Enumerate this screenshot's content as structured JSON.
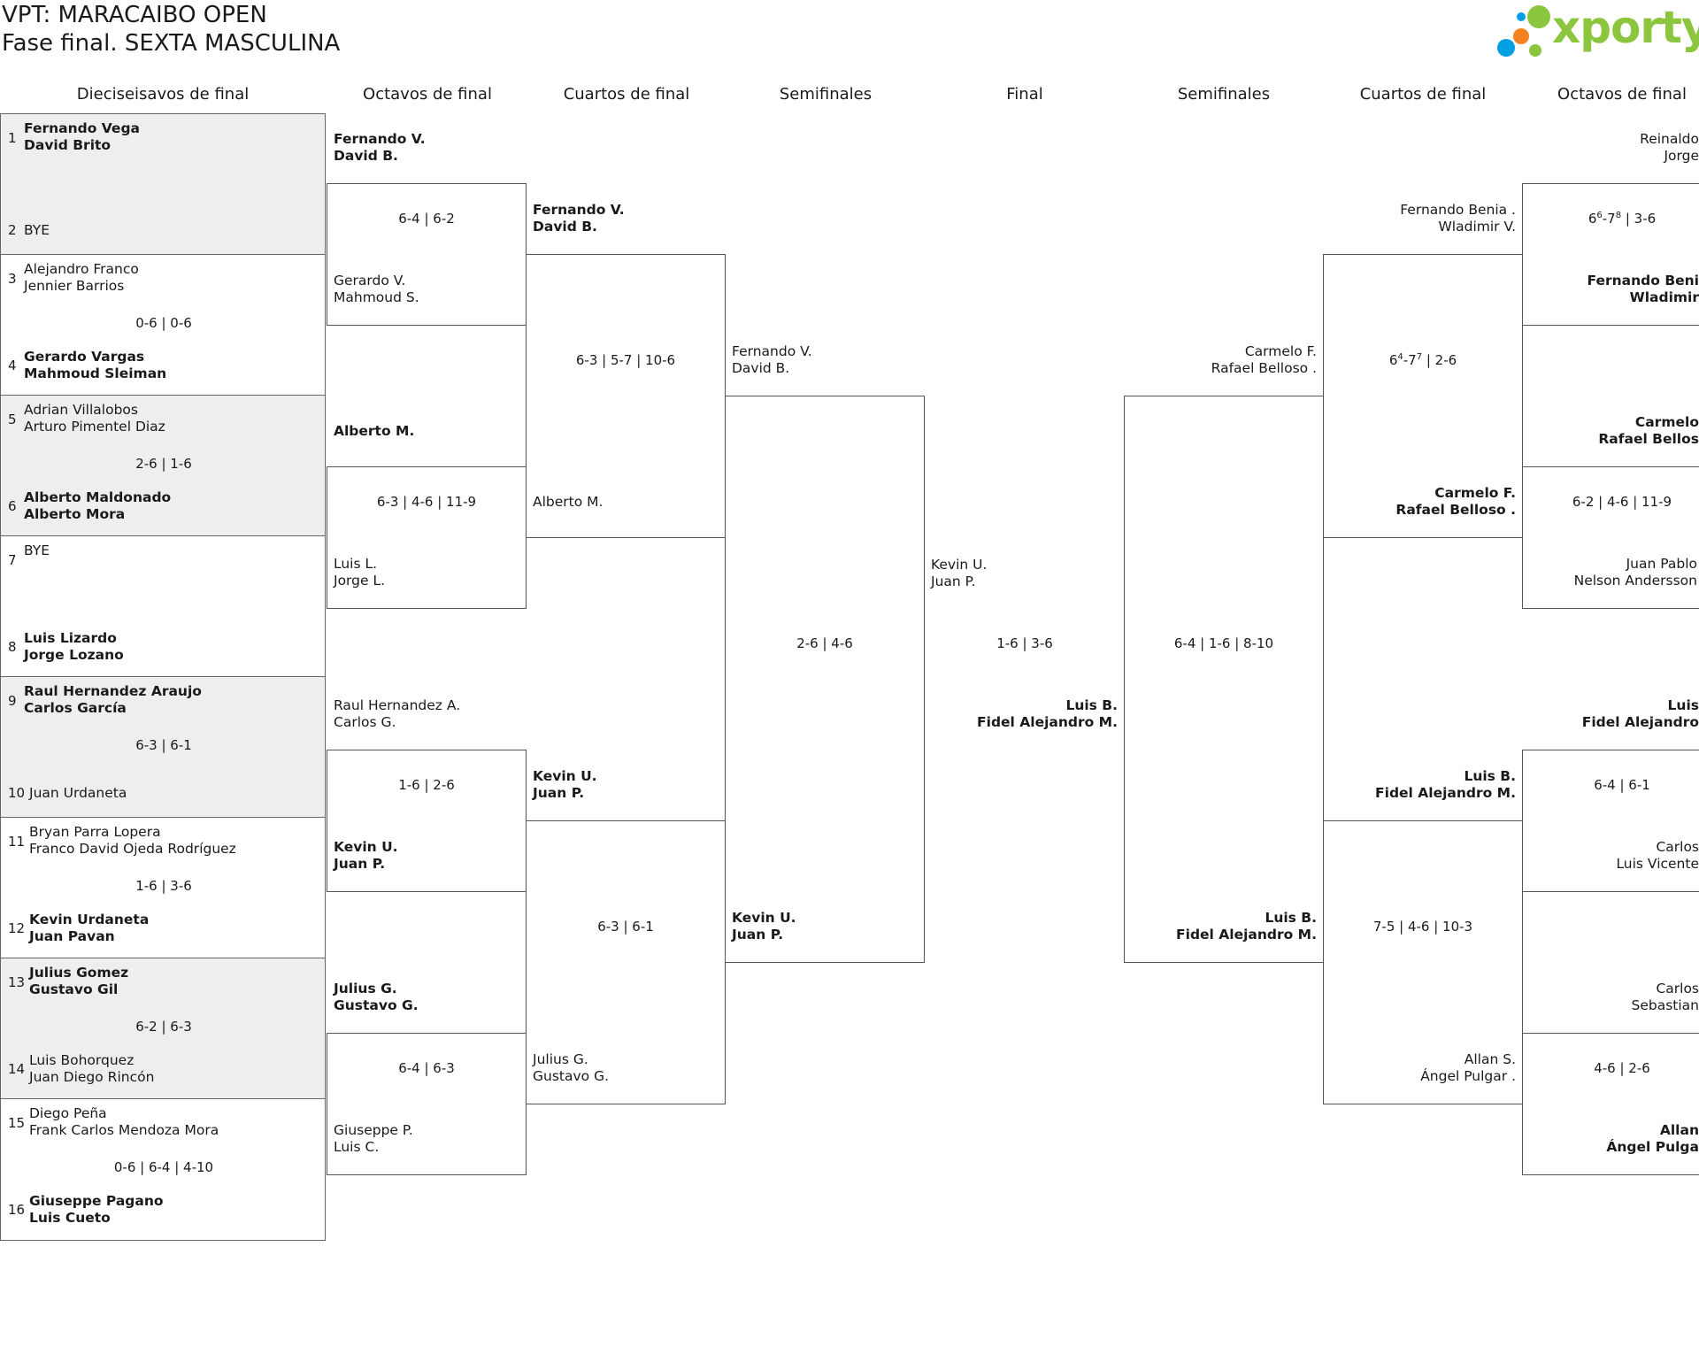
{
  "header": {
    "title": "VPT: MARACAIBO OPEN",
    "subtitle": "Fase final. SEXTA MASCULINA",
    "logo_text": "xporty",
    "logo_colors": [
      "#8cc63f",
      "#f58220",
      "#00a0e3"
    ]
  },
  "rounds": [
    "Dieciseisavos de final",
    "Octavos de final",
    "Cuartos de final",
    "Semifinales",
    "Final",
    "Semifinales",
    "Cuartos de final",
    "Octavos de final"
  ],
  "first_round": [
    {
      "seed_a": "1",
      "a1": "Fernando Vega",
      "a2": "David Brito",
      "seed_b": "2",
      "b1": "BYE",
      "b2": "",
      "score": ""
    },
    {
      "seed_a": "3",
      "a1": "Alejandro Franco",
      "a2": "Jennier Barrios",
      "seed_b": "4",
      "b1": "Gerardo Vargas",
      "b2": "Mahmoud Sleiman",
      "score": "0-6 | 0-6"
    },
    {
      "seed_a": "5",
      "a1": "Adrian Villalobos",
      "a2": "Arturo Pimentel Diaz",
      "seed_b": "6",
      "b1": "Alberto Maldonado",
      "b2": "Alberto Mora",
      "score": "2-6 | 1-6"
    },
    {
      "seed_a": "7",
      "a1": "BYE",
      "a2": "",
      "seed_b": "8",
      "b1": "Luis Lizardo",
      "b2": "Jorge Lozano",
      "score": ""
    },
    {
      "seed_a": "9",
      "a1": "Raul Hernandez Araujo",
      "a2": "Carlos García",
      "seed_b": "10",
      "b1": "Juan Urdaneta",
      "b2": "",
      "score": "6-3 | 6-1"
    },
    {
      "seed_a": "11",
      "a1": "Bryan Parra Lopera",
      "a2": "Franco David Ojeda Rodríguez",
      "seed_b": "12",
      "b1": "Kevin Urdaneta",
      "b2": "Juan Pavan",
      "score": "1-6 | 3-6"
    },
    {
      "seed_a": "13",
      "a1": "Julius Gomez",
      "a2": "Gustavo Gil",
      "seed_b": "14",
      "b1": "Luis Bohorquez",
      "b2": "Juan Diego Rincón",
      "score": "6-2 | 6-3"
    },
    {
      "seed_a": "15",
      "a1": "Diego Peña",
      "a2": "Frank Carlos Mendoza Mora",
      "seed_b": "16",
      "b1": "Giuseppe Pagano",
      "b2": "Luis Cueto",
      "score": "0-6 | 6-4 | 4-10"
    }
  ],
  "left": {
    "r16": [
      {
        "a1": "Fernando V.",
        "a2": "David B.",
        "b1": "Gerardo V.",
        "b2": "Mahmoud S.",
        "score": "6-4 | 6-2"
      },
      {
        "a1": "Alberto M.",
        "a2": "",
        "b1": "Luis L.",
        "b2": "Jorge L.",
        "score": "6-3 | 4-6 | 11-9"
      },
      {
        "a1": "Raul Hernandez A.",
        "a2": "Carlos G.",
        "b1": "Kevin U.",
        "b2": "Juan P.",
        "score": "1-6 | 2-6"
      },
      {
        "a1": "Julius G.",
        "a2": "Gustavo G.",
        "b1": "Giuseppe P.",
        "b2": "Luis C.",
        "score": "6-4 | 6-3"
      }
    ],
    "qf": [
      {
        "a1": "Fernando V.",
        "a2": "David B.",
        "b1": "Alberto M.",
        "b2": "",
        "score": "6-3 | 5-7 | 10-6"
      },
      {
        "a1": "Kevin U.",
        "a2": "Juan P.",
        "b1": "Julius G.",
        "b2": "Gustavo G.",
        "score": "6-3 | 6-1"
      }
    ],
    "sf": {
      "a1": "Fernando V.",
      "a2": "David B.",
      "b1": "Kevin U.",
      "b2": "Juan P.",
      "score": "2-6 | 4-6"
    }
  },
  "final": {
    "a1": "Kevin U.",
    "a2": "Juan P.",
    "b1": "Luis B.",
    "b2": "Fidel Alejandro M.",
    "score": "1-6 | 3-6"
  },
  "right": {
    "sf": {
      "a1": "Carmelo F.",
      "a2": "Rafael Belloso .",
      "b1": "Luis B.",
      "b2": "Fidel Alejandro M.",
      "score": "6-4 | 1-6 | 8-10"
    },
    "qf": [
      {
        "a1": "Fernando Benia .",
        "a2": "Wladimir V.",
        "b1": "Carmelo F.",
        "b2": "Rafael Belloso .",
        "score_base": "6",
        "score_sup": "4",
        "score_mid": "-7",
        "score_sup2": "7",
        "score_rest": " | 2-6"
      },
      {
        "a1": "Luis B.",
        "a2": "Fidel Alejandro M.",
        "b1": "Allan S.",
        "b2": "Ángel Pulgar .",
        "score": "7-5 | 4-6 | 10-3"
      }
    ],
    "r16": [
      {
        "a1": "Reinaldo",
        "a2": "Jorge",
        "b1": "Fernando Beni",
        "b2": "Wladimir",
        "score_base": "6",
        "score_sup": "6",
        "score_mid": "-7",
        "score_sup2": "8",
        "score_rest": " | 3-6"
      },
      {
        "a1": "Carmelo",
        "a2": "Rafael Bellos",
        "b1": "Juan Pablo",
        "b2": "Nelson Andersson",
        "score": "6-2 | 4-6 | 11-9"
      },
      {
        "a1": "Luis",
        "a2": "Fidel Alejandro",
        "b1": "Carlos",
        "b2": "Luis Vicente",
        "score": "6-4 | 6-1"
      },
      {
        "a1": "Carlos",
        "a2": "Sebastian",
        "b1": "Allan",
        "b2": "Ángel Pulga",
        "score": "4-6 | 2-6"
      }
    ]
  }
}
